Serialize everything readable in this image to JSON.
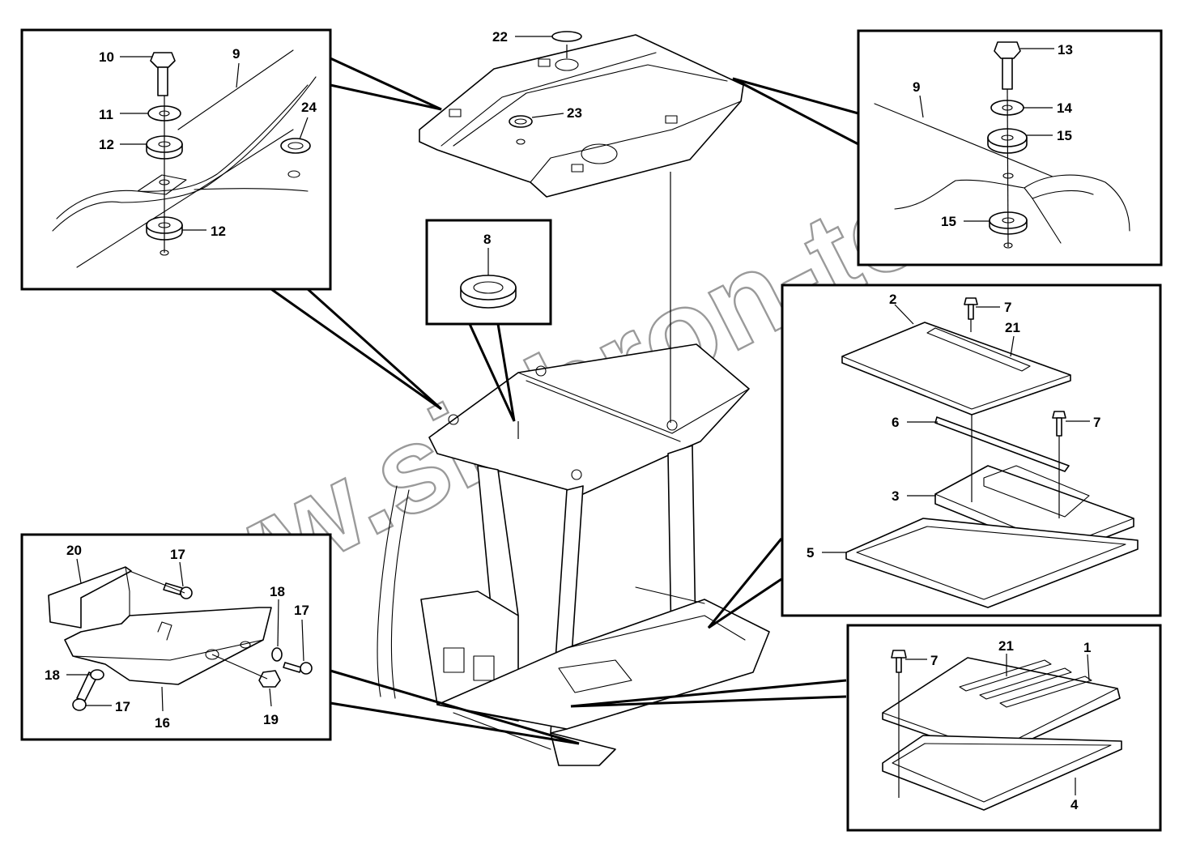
{
  "watermark": "www.sinhron-too.kz",
  "callouts": {
    "topleft": {
      "n10": "10",
      "n9": "9",
      "n11": "11",
      "n12a": "12",
      "n24": "24",
      "n12b": "12"
    },
    "roof": {
      "n22": "22",
      "n23": "23"
    },
    "topright": {
      "n13": "13",
      "n9": "9",
      "n14": "14",
      "n15a": "15",
      "n15b": "15"
    },
    "grommet": {
      "n8": "8"
    },
    "midright": {
      "n2": "2",
      "n7a": "7",
      "n21": "21",
      "n6": "6",
      "n7b": "7",
      "n3": "3",
      "n5": "5"
    },
    "botleft": {
      "n20": "20",
      "n17a": "17",
      "n18a": "18",
      "n17b": "17",
      "n18b": "18",
      "n17c": "17",
      "n16": "16",
      "n19": "19"
    },
    "botright": {
      "n7": "7",
      "n21": "21",
      "n1": "1",
      "n4": "4"
    }
  }
}
